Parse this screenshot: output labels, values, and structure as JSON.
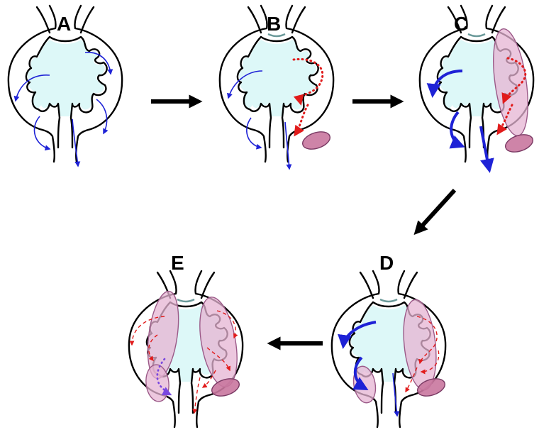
{
  "panels": [
    {
      "id": "A",
      "label": "A"
    },
    {
      "id": "B",
      "label": "B"
    },
    {
      "id": "C",
      "label": "C"
    },
    {
      "id": "D",
      "label": "D"
    },
    {
      "id": "E",
      "label": "E"
    }
  ],
  "colors": {
    "outline": "#000000",
    "lumen": "#ddf8f8",
    "blue_arrow": "#1e22d6",
    "red_arrow": "#e11b1b",
    "pink_region": "#e6b4d3",
    "bud": "#c9779f",
    "purple_arrow": "#7a48e0"
  },
  "icons": [
    "step-arrow-right",
    "step-arrow-down-left",
    "step-arrow-left"
  ]
}
